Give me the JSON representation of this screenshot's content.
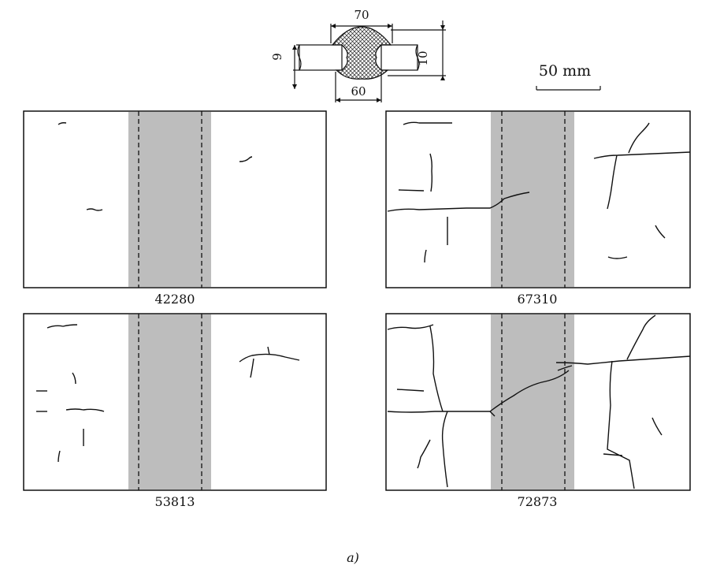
{
  "weld_detail": {
    "top_width": "70",
    "bottom_width": "60",
    "left_thickness": "9",
    "right_thickness": "10"
  },
  "scale_bar": {
    "label": "50 mm"
  },
  "panels": [
    {
      "id": "a",
      "label": "42280"
    },
    {
      "id": "b",
      "label": "67310"
    },
    {
      "id": "c",
      "label": "53813"
    },
    {
      "id": "d",
      "label": "72873"
    }
  ],
  "caption": "a)",
  "colors": {
    "weld_zone": "#bdbdbd",
    "lines": "#111111",
    "background": "#ffffff"
  }
}
